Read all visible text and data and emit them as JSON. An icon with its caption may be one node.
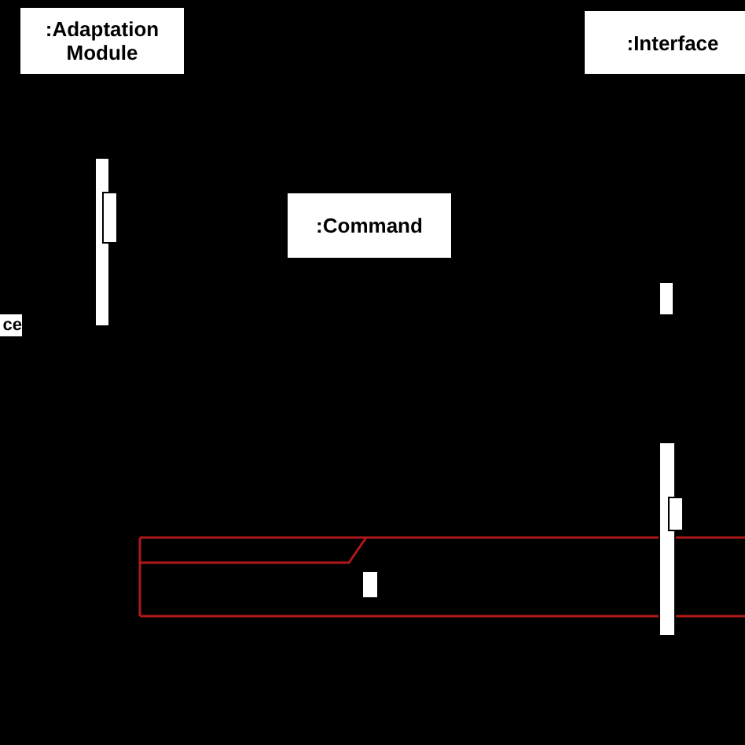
{
  "diagram": {
    "nodes": [
      {
        "text": [
          ":Adaptation Module"
        ]
      },
      {
        "text": [
          ":Interface"
        ]
      },
      {
        "text": [
          ":Command"
        ]
      },
      {
        "text": [
          "ce"
        ]
      }
    ]
  }
}
